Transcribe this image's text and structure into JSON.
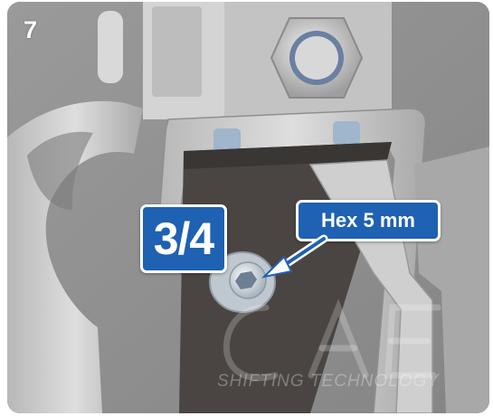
{
  "figure": {
    "step_number": "7",
    "ratio_badge": "3/4",
    "tool_label": "Hex 5 mm",
    "logo_text": "CAE",
    "logo_tagline": "SHIFTING TECHNOLOGY"
  },
  "colors": {
    "badge_blue": "#1f61b2",
    "badge_border": "#ffffff",
    "photo_background": "#8f8f8f",
    "metal": "#c9c9c9",
    "belt": "#4a4542"
  },
  "icons": [
    "arrow-icon",
    "bolt-icon",
    "hex-nut-icon"
  ]
}
